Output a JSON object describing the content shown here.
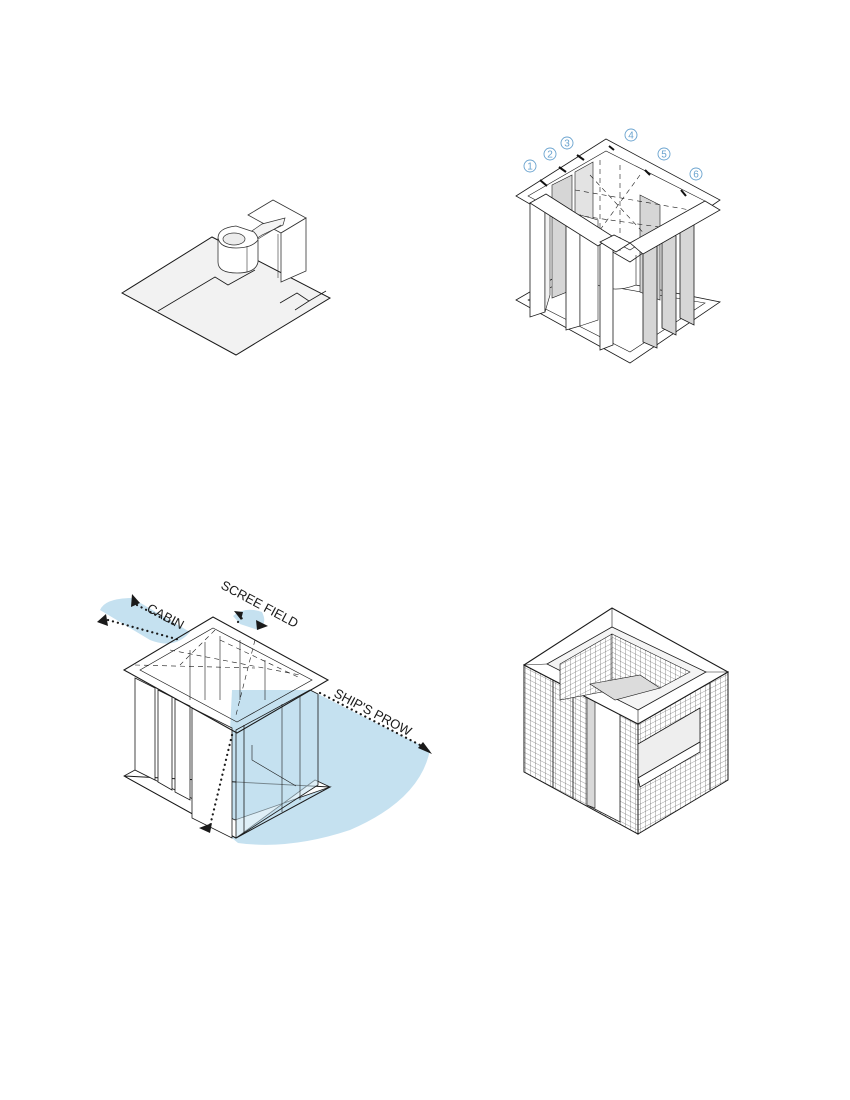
{
  "page": {
    "background": "#ffffff"
  },
  "colors": {
    "line": "#1a1a1a",
    "floor_fill": "#f2f2f2",
    "panel_shade": "#d6d6d6",
    "zone_blue": "#c5e1f0",
    "callout_blue": "#6aa3cf"
  },
  "figures": [
    {
      "id": "fig-1",
      "description": "Isometric floor plate with toilet fixture"
    },
    {
      "id": "fig-2",
      "description": "Isometric enclosure of six numbered vertical panels",
      "callouts": [
        "1",
        "2",
        "3",
        "4",
        "5",
        "6"
      ]
    },
    {
      "id": "fig-3",
      "description": "Isometric enclosure with view orientations",
      "labels": {
        "cabin": "CABIN",
        "scree_field": "SCREE FIELD",
        "ships_prow": "SHIP'S PROW"
      }
    },
    {
      "id": "fig-4",
      "description": "Isometric gridded cube enclosure with window opening"
    }
  ]
}
